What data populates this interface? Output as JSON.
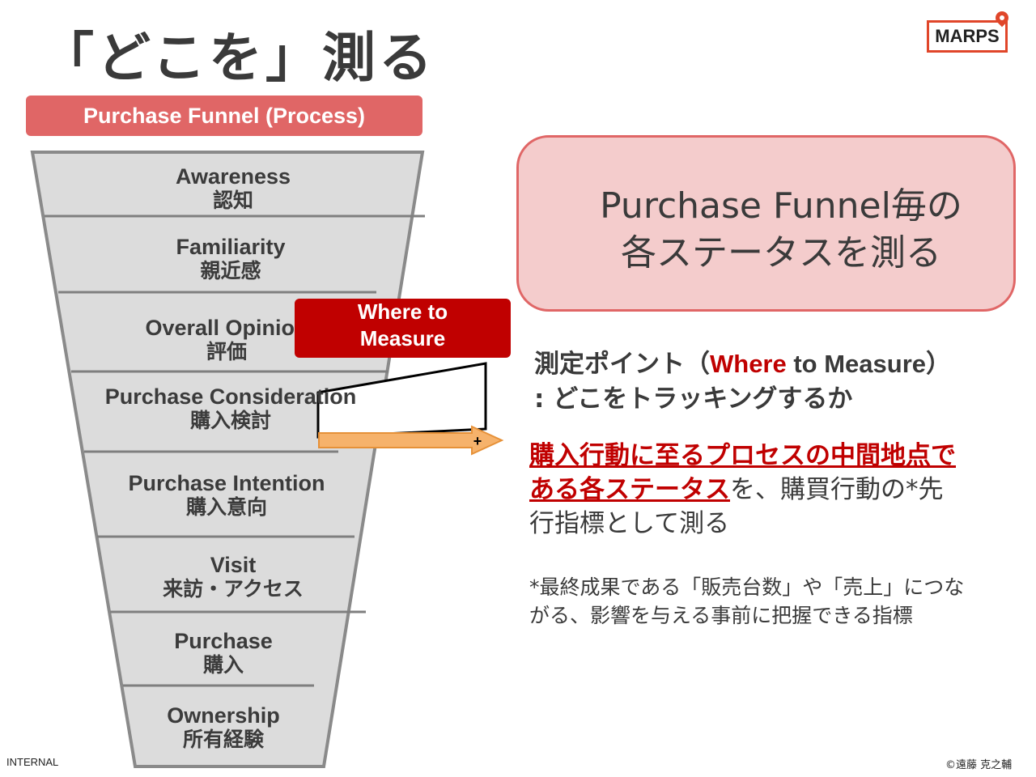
{
  "title": "「どこを」測る",
  "logo": {
    "text": "MARPS",
    "icon": "map-pin-icon",
    "color": "#e0462a"
  },
  "funnel": {
    "header": "Purchase Funnel (Process)",
    "header_color": "#e06666",
    "fill_color": "#dcdcdc",
    "stages": [
      {
        "en": "Awareness",
        "ja": "認知"
      },
      {
        "en": "Familiarity",
        "ja": "親近感"
      },
      {
        "en": "Overall Opinion",
        "ja": "評価"
      },
      {
        "en": "Purchase Consideration",
        "ja": "購入検討"
      },
      {
        "en": "Purchase Intention",
        "ja": "購入意向"
      },
      {
        "en": "Visit",
        "ja": "来訪・アクセス"
      },
      {
        "en": "Purchase",
        "ja": "購入"
      },
      {
        "en": "Ownership",
        "ja": "所有経験"
      }
    ]
  },
  "where_box": {
    "line1": "Where to",
    "line2": "Measure",
    "color": "#c00000"
  },
  "arrow": {
    "icon": "right-arrow-icon",
    "marker": "+",
    "color": "#f6b26b"
  },
  "pink_box": {
    "line1": "Purchase Funnel毎の",
    "line2": "各ステータスを測る",
    "color": "#f4cccc"
  },
  "measure": {
    "prefix": "測定ポイント（",
    "where": "Where",
    "to_measure": " to Measure",
    "suffix": "）",
    "line2": ": どこをトラッキングするか"
  },
  "description": {
    "hl1": "購入行動に至るプロセスの中間地点で",
    "hl2": "ある各ステータス",
    "rest2": "を、購買行動の*先",
    "line3": "行指標として測る"
  },
  "note": {
    "line1": "*最終成果である「販売台数」や「売上」につな",
    "line2": "がる、影響を与える事前に把握できる指標"
  },
  "footer": {
    "left": "INTERNAL",
    "right": "©遠藤 克之輔"
  }
}
